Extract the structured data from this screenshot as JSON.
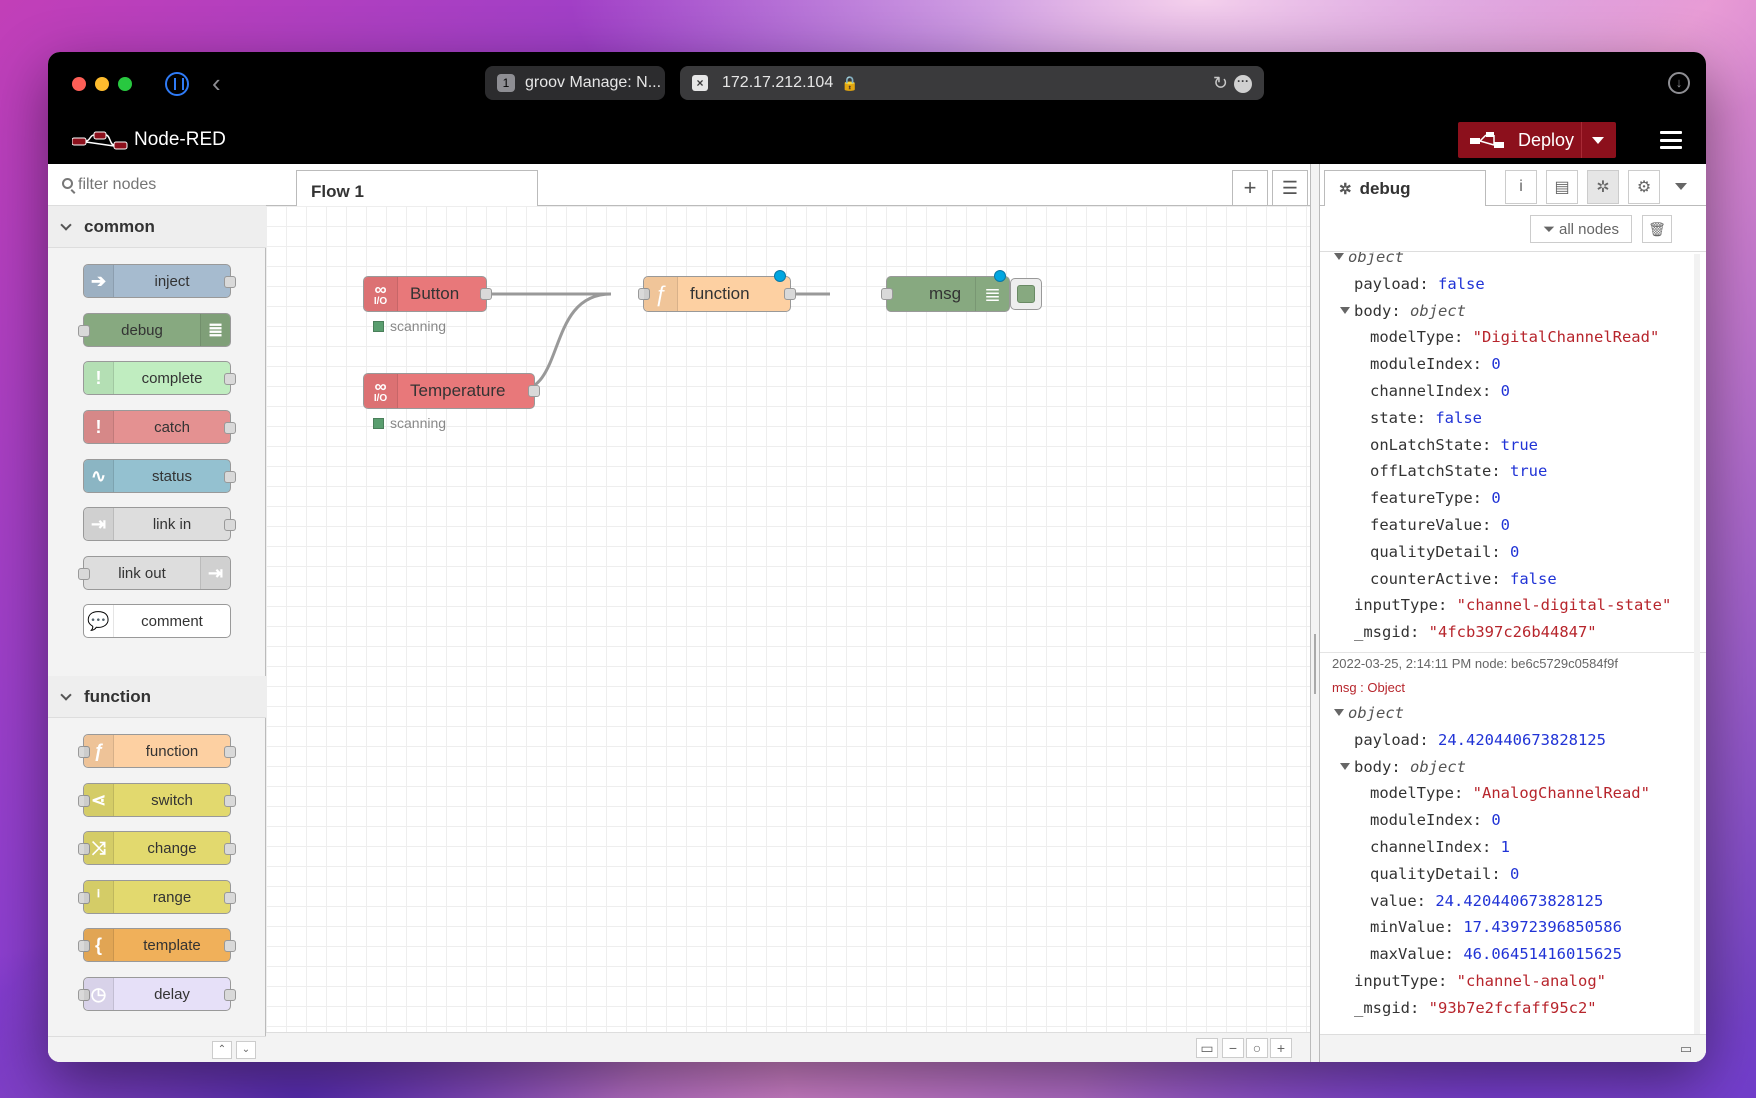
{
  "browser": {
    "tab1_num": "1",
    "tab1_title": "groov Manage: N...",
    "address": "172.17.212.104"
  },
  "app": {
    "title": "Node-RED",
    "deploy_label": "Deploy"
  },
  "palette": {
    "filter_placeholder": "filter nodes",
    "categories": [
      {
        "label": "common",
        "nodes": [
          "inject",
          "debug",
          "complete",
          "catch",
          "status",
          "link in",
          "link out",
          "comment"
        ]
      },
      {
        "label": "function",
        "nodes": [
          "function",
          "switch",
          "change",
          "range",
          "template",
          "delay"
        ]
      }
    ]
  },
  "workspace": {
    "tab_label": "Flow 1",
    "nodes": [
      {
        "label": "Button",
        "status": "scanning",
        "color": "#e8787a"
      },
      {
        "label": "Temperature",
        "status": "scanning",
        "color": "#e8787a"
      },
      {
        "label": "function",
        "color": "#fdd0a2"
      },
      {
        "label": "msg",
        "color": "#87a980"
      }
    ]
  },
  "sidebar": {
    "tab_label": "debug",
    "filter_label": "all nodes",
    "messages": [
      {
        "root": "object",
        "lines": [
          {
            "key": "payload",
            "value": "false",
            "kind": "bool"
          },
          {
            "key": "body",
            "value": "object",
            "kind": "type"
          },
          {
            "key": "modelType",
            "value": "\"DigitalChannelRead\"",
            "kind": "str"
          },
          {
            "key": "moduleIndex",
            "value": "0",
            "kind": "num"
          },
          {
            "key": "channelIndex",
            "value": "0",
            "kind": "num"
          },
          {
            "key": "state",
            "value": "false",
            "kind": "bool"
          },
          {
            "key": "onLatchState",
            "value": "true",
            "kind": "bool"
          },
          {
            "key": "offLatchState",
            "value": "true",
            "kind": "bool"
          },
          {
            "key": "featureType",
            "value": "0",
            "kind": "num"
          },
          {
            "key": "featureValue",
            "value": "0",
            "kind": "num"
          },
          {
            "key": "qualityDetail",
            "value": "0",
            "kind": "num"
          },
          {
            "key": "counterActive",
            "value": "false",
            "kind": "bool"
          },
          {
            "key": "inputType",
            "value": "\"channel-digital-state\"",
            "kind": "str"
          },
          {
            "key": "_msgid",
            "value": "\"4fcb397c26b44847\"",
            "kind": "str"
          }
        ]
      },
      {
        "meta": "2022-03-25, 2:14:11 PM   node: be6c5729c0584f9f",
        "msg_type": "msg : Object",
        "root": "object",
        "lines": [
          {
            "key": "payload",
            "value": "24.420440673828125",
            "kind": "num"
          },
          {
            "key": "body",
            "value": "object",
            "kind": "type"
          },
          {
            "key": "modelType",
            "value": "\"AnalogChannelRead\"",
            "kind": "str"
          },
          {
            "key": "moduleIndex",
            "value": "0",
            "kind": "num"
          },
          {
            "key": "channelIndex",
            "value": "1",
            "kind": "num"
          },
          {
            "key": "qualityDetail",
            "value": "0",
            "kind": "num"
          },
          {
            "key": "value",
            "value": "24.420440673828125",
            "kind": "num"
          },
          {
            "key": "minValue",
            "value": "17.43972396850586",
            "kind": "num"
          },
          {
            "key": "maxValue",
            "value": "46.06451416015625",
            "kind": "num"
          },
          {
            "key": "inputType",
            "value": "\"channel-analog\"",
            "kind": "str"
          },
          {
            "key": "_msgid",
            "value": "\"93b7e2fcfaff95c2\"",
            "kind": "str"
          }
        ]
      }
    ]
  }
}
